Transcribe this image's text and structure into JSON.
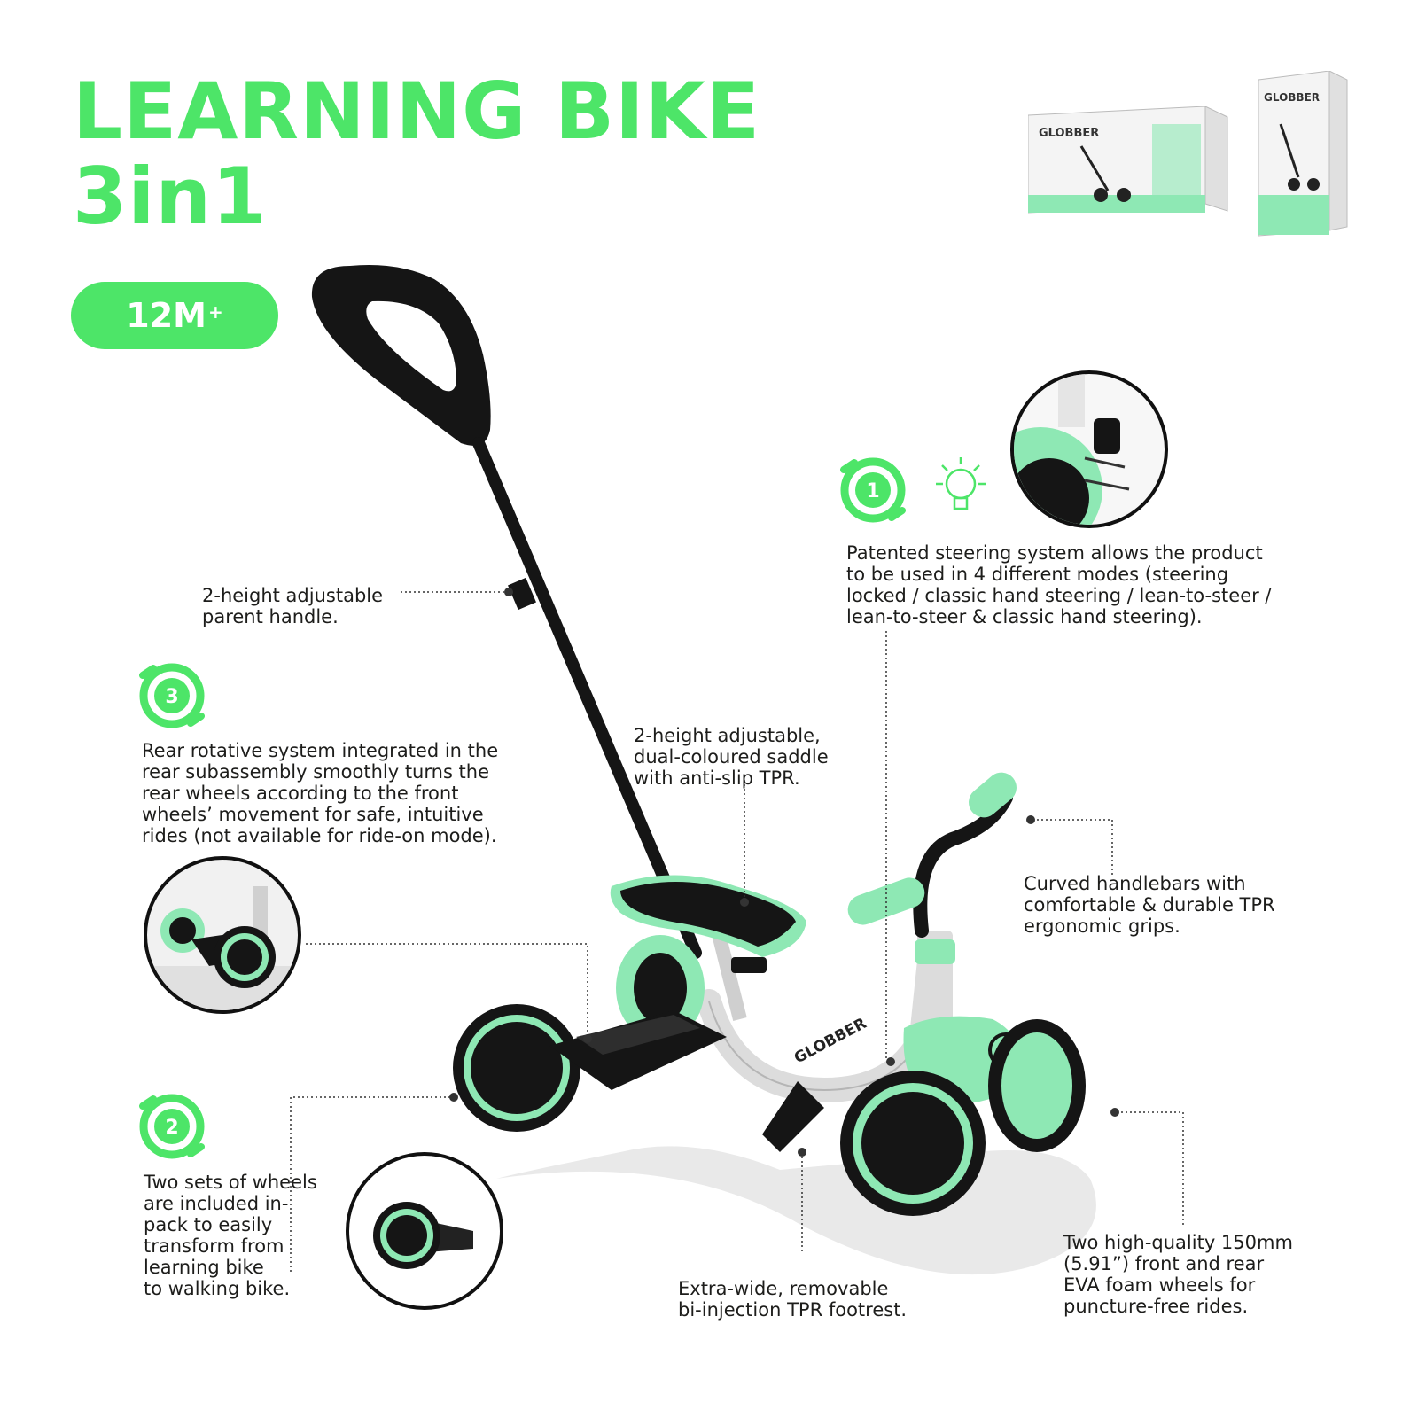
{
  "title": {
    "line1": "LEARNING BIKE",
    "line2": "3in1"
  },
  "age": {
    "label": "12M",
    "sup": "+"
  },
  "brand": "GLOBBER",
  "badges": [
    "1",
    "2",
    "3"
  ],
  "features": {
    "parent_handle": [
      "2-height adjustable",
      "parent handle."
    ],
    "steering": [
      "Patented steering system allows the product",
      "to be used in 4 different modes (steering",
      "locked / classic hand steering / lean-to-steer /",
      "lean-to-steer & classic hand steering)."
    ],
    "rear_rotative": [
      "Rear rotative system integrated in the",
      "rear subassembly smoothly turns the",
      "rear wheels according to the front",
      "wheels’ movement for safe, intuitive",
      "rides (not available for ride-on mode)."
    ],
    "saddle": [
      "2-height adjustable,",
      "dual-coloured saddle",
      "with anti-slip TPR."
    ],
    "handlebars": [
      "Curved handlebars with",
      "comfortable & durable TPR",
      "ergonomic grips."
    ],
    "wheel_sets": [
      "Two sets of wheels",
      "are included in-",
      "pack to easily",
      "transform from",
      "learning bike",
      "to walking bike."
    ],
    "footrest": [
      "Extra-wide, removable",
      "bi-injection TPR footrest."
    ],
    "wheels": [
      "Two high-quality 150mm",
      "(5.91”) front and rear",
      "EVA foam wheels for",
      "puncture-free rides."
    ]
  },
  "colors": {
    "accent": "#4de568",
    "mint": "#8ee8b4",
    "dark": "#151515",
    "frame": "#dcdcdc"
  },
  "icons": [
    "lightbulb-icon",
    "number-badge-icon"
  ]
}
